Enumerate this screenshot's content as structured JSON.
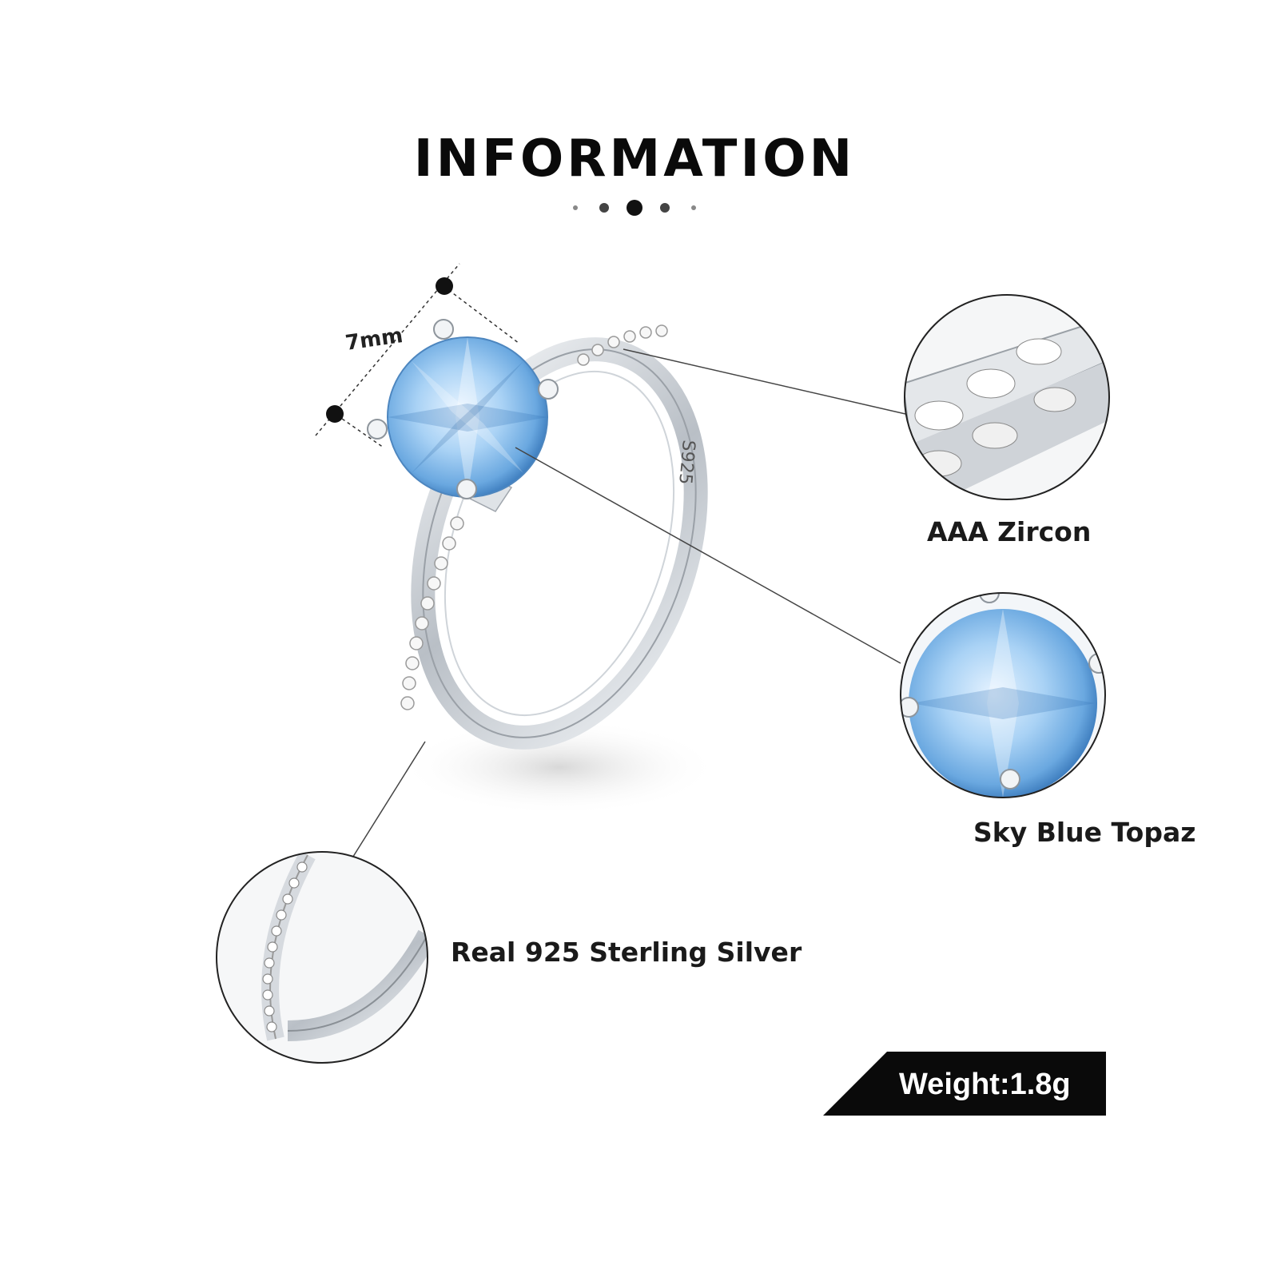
{
  "header": {
    "title": "INFORMATION"
  },
  "ring": {
    "stamp": "S925",
    "dimension": "7mm"
  },
  "callouts": {
    "zircon": "AAA  Zircon",
    "topaz": "Sky Blue Topaz",
    "silver": "Real 925  Sterling  Silver"
  },
  "weight": {
    "label": "Weight:1.8g"
  },
  "colors": {
    "topaz": "#8ec3ef",
    "topaz_dark": "#3f86c9",
    "silver": "#d9dde2",
    "ink": "#111111"
  }
}
